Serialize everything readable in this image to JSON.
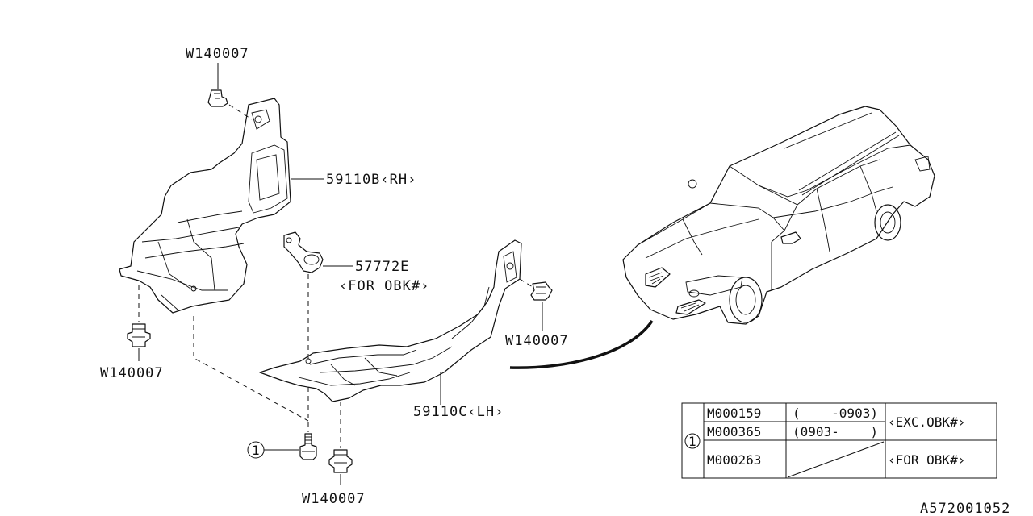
{
  "callouts": {
    "clip_top_rh": "W140007",
    "cover_rh": "59110B‹RH›",
    "clip_rh_bottom": "W140007",
    "grommet": "57772E",
    "grommet_note": "‹FOR OBK#›",
    "clip_lh_side": "W140007",
    "cover_lh": "59110C‹LH›",
    "clip_lh_bottom": "W140007",
    "ref_marker": "1",
    "diagram_id": "A572001052"
  },
  "ref_table": {
    "marker": "1",
    "rows": [
      {
        "part": "M000159",
        "date": "(    -0903)"
      },
      {
        "part": "M000365",
        "date": "(0903-    )"
      },
      {
        "part": "M000263",
        "date": ""
      }
    ],
    "notes": [
      "‹EXC.OBK#›",
      "‹FOR OBK#›"
    ]
  },
  "icons": [
    "push-clip-icon",
    "bolt-icon",
    "grommet-icon",
    "vehicle-locator-icon"
  ]
}
